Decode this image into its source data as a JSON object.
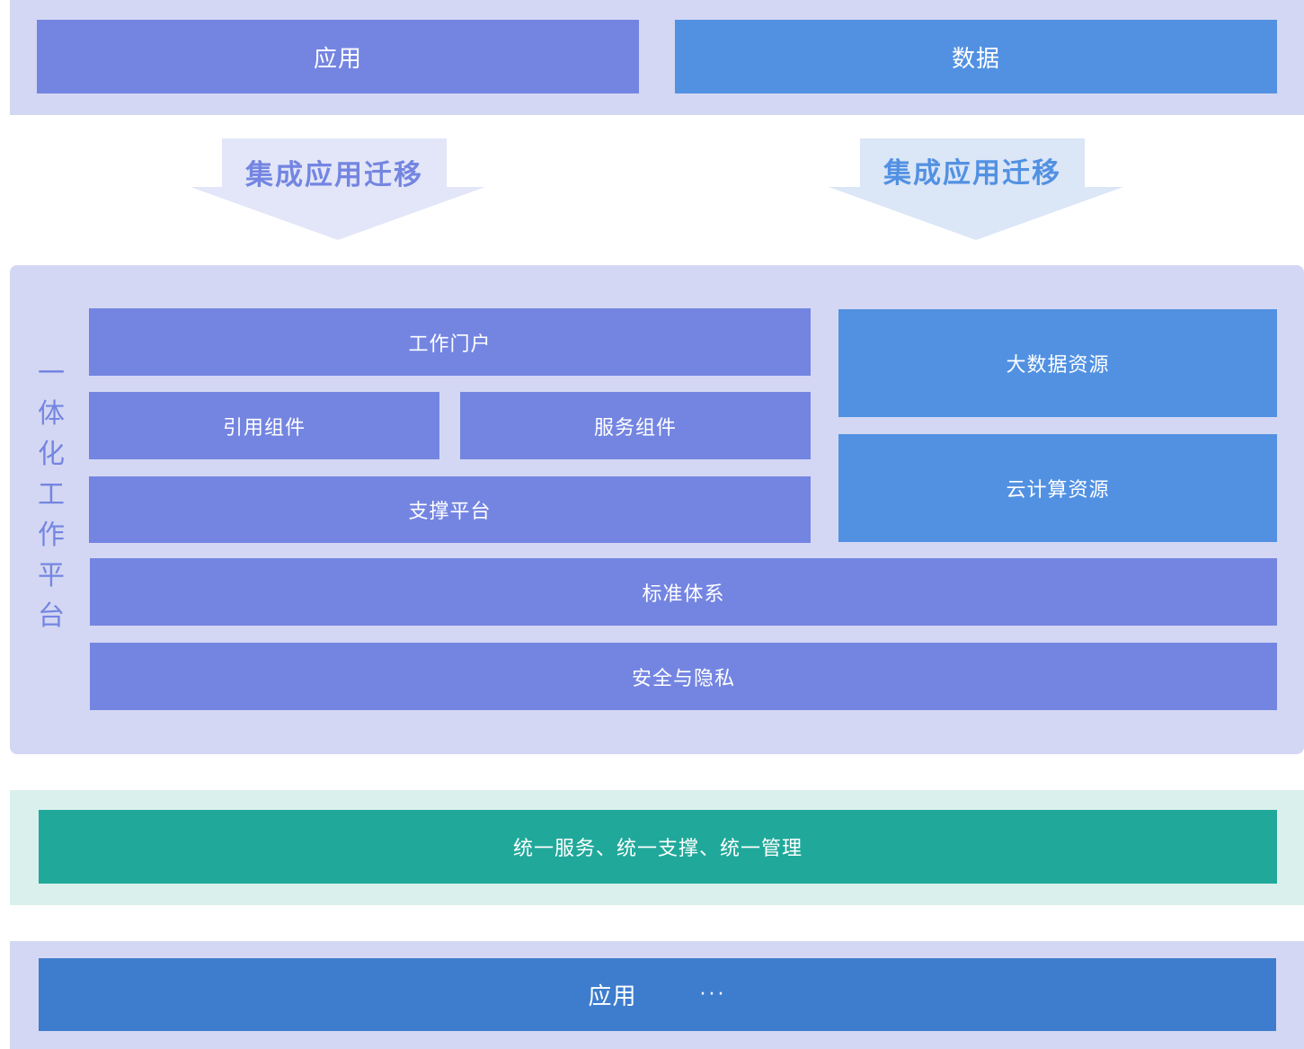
{
  "top": {
    "app_label": "应用",
    "data_label": "数据"
  },
  "arrows": {
    "left_label": "集成应用迁移",
    "right_label": "集成应用迁移"
  },
  "platform": {
    "side_title_chars": [
      "一",
      "体",
      "化",
      "工",
      "作",
      "平",
      "台"
    ],
    "work_portal": "工作门户",
    "reference_components": "引用组件",
    "service_components": "服务组件",
    "support_platform": "支撑平台",
    "big_data_resources": "大数据资源",
    "cloud_computing_resources": "云计算资源",
    "standard_system": "标准体系",
    "security_privacy": "安全与隐私"
  },
  "unified": {
    "label": "统一服务、统一支撑、统一管理"
  },
  "bottom": {
    "app_label": "应用",
    "more_label": "···"
  },
  "colors": {
    "purple_block": "#7485e1",
    "blue_block": "#5291e2",
    "light_band": "#d3d7f3",
    "teal_block": "#20a99a",
    "teal_band": "#daf0ed",
    "bottom_block": "#3e7dcd"
  }
}
